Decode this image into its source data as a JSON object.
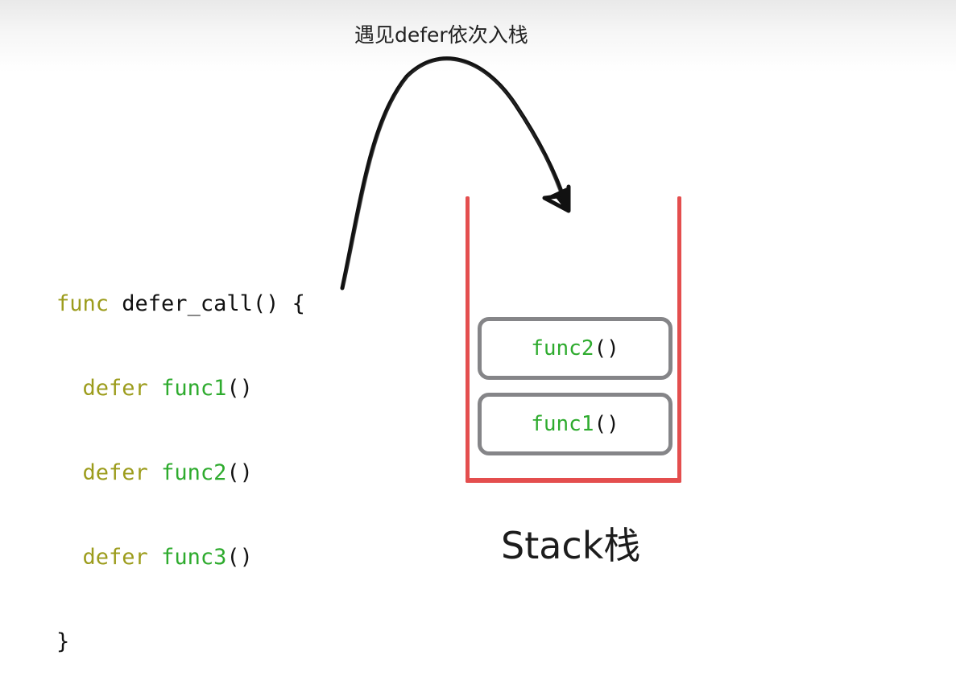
{
  "arrow_label": "遇见defer依次入栈",
  "code": {
    "line1": {
      "keyword": "func",
      "name": " defer_call() {"
    },
    "line2": {
      "keyword": "defer",
      "call": "func1",
      "parens": "()"
    },
    "line3": {
      "keyword": "defer",
      "call": "func2",
      "parens": "()"
    },
    "line4": {
      "keyword": "defer",
      "call": "func3",
      "parens": "()"
    },
    "line5": {
      "text": "}"
    }
  },
  "stack": {
    "items": [
      {
        "name": "func2",
        "parens": "()"
      },
      {
        "name": "func1",
        "parens": "()"
      }
    ],
    "label": "Stack栈"
  },
  "colors": {
    "keyword": "#9c9c1c",
    "function": "#2eab2e",
    "stack_wall": "#e44e4e",
    "stack_item_border": "#858588",
    "arrow": "#111111"
  }
}
